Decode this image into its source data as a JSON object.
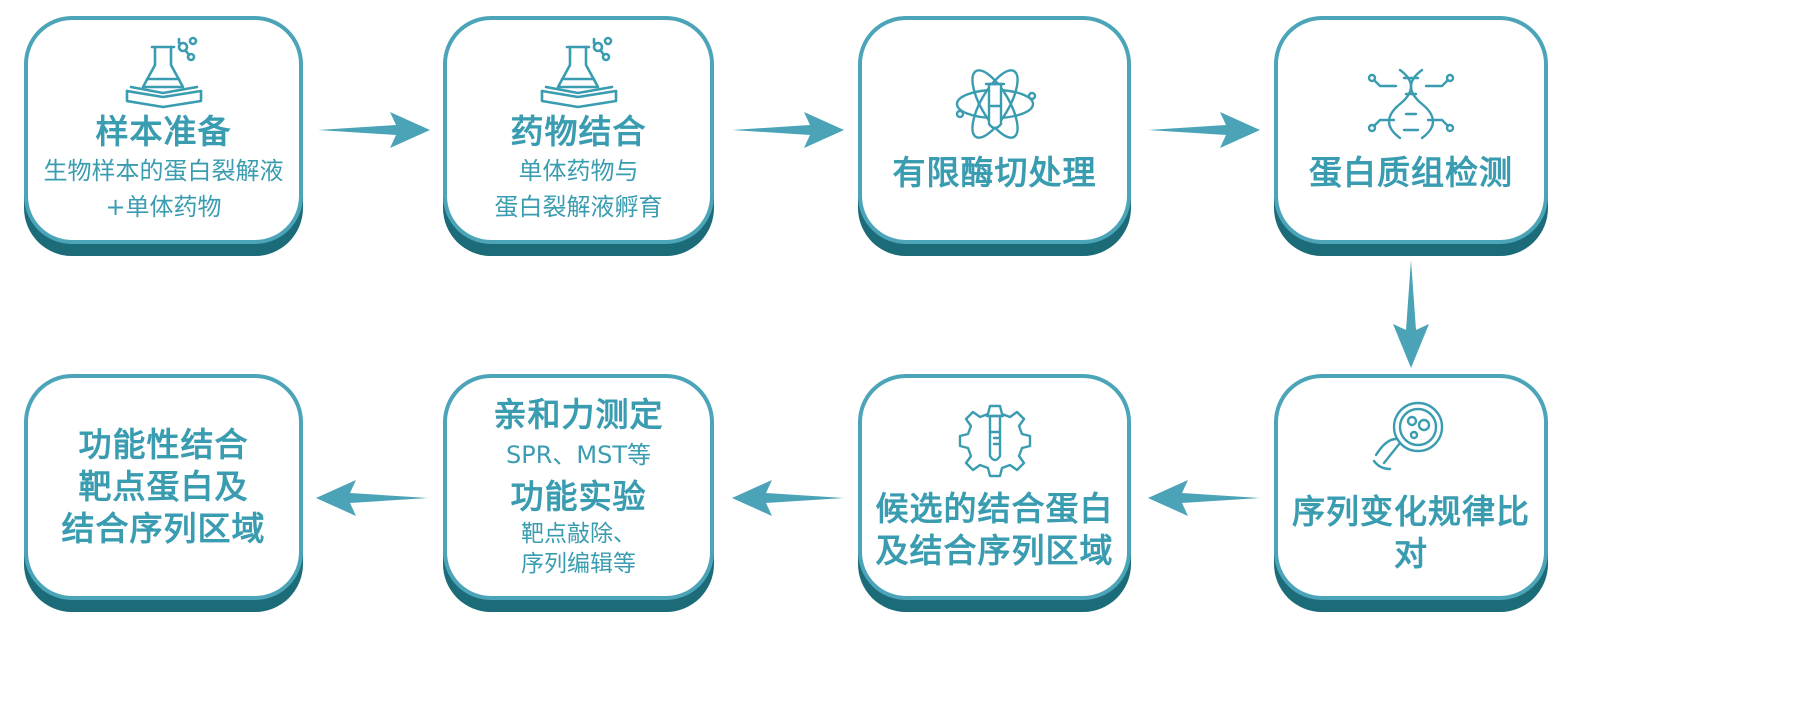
{
  "palette": {
    "teal": "#3a9cb0",
    "border": "#4ba4b8",
    "shadow": "#1c6b78",
    "arrow": "#4aa3b6"
  },
  "steps": [
    {
      "title": "样本准备",
      "sub1": "生物样本的蛋白裂解液",
      "sub2": "+单体药物",
      "icon": "flask-book-icon"
    },
    {
      "title": "药物结合",
      "sub1": "单体药物与",
      "sub2": "蛋白裂解液孵育",
      "icon": "flask-book-icon"
    },
    {
      "title": "有限酶切处理",
      "icon": "atom-testtube-icon"
    },
    {
      "title": "蛋白质组检测",
      "icon": "dna-circuit-icon"
    },
    {
      "title": "序列变化规律比对",
      "icon": "petri-dish-icon"
    },
    {
      "title1": "候选的结合蛋白",
      "title2": "及结合序列区域",
      "icon": "gear-testtube-icon"
    },
    {
      "title1": "亲和力测定",
      "sub1": "SPR、MST等",
      "title2": "功能实验",
      "sub2a": "靶点敲除、",
      "sub2b": "序列编辑等"
    },
    {
      "line1": "功能性结合",
      "line2": "靶点蛋白及",
      "line3": "结合序列区域"
    }
  ]
}
